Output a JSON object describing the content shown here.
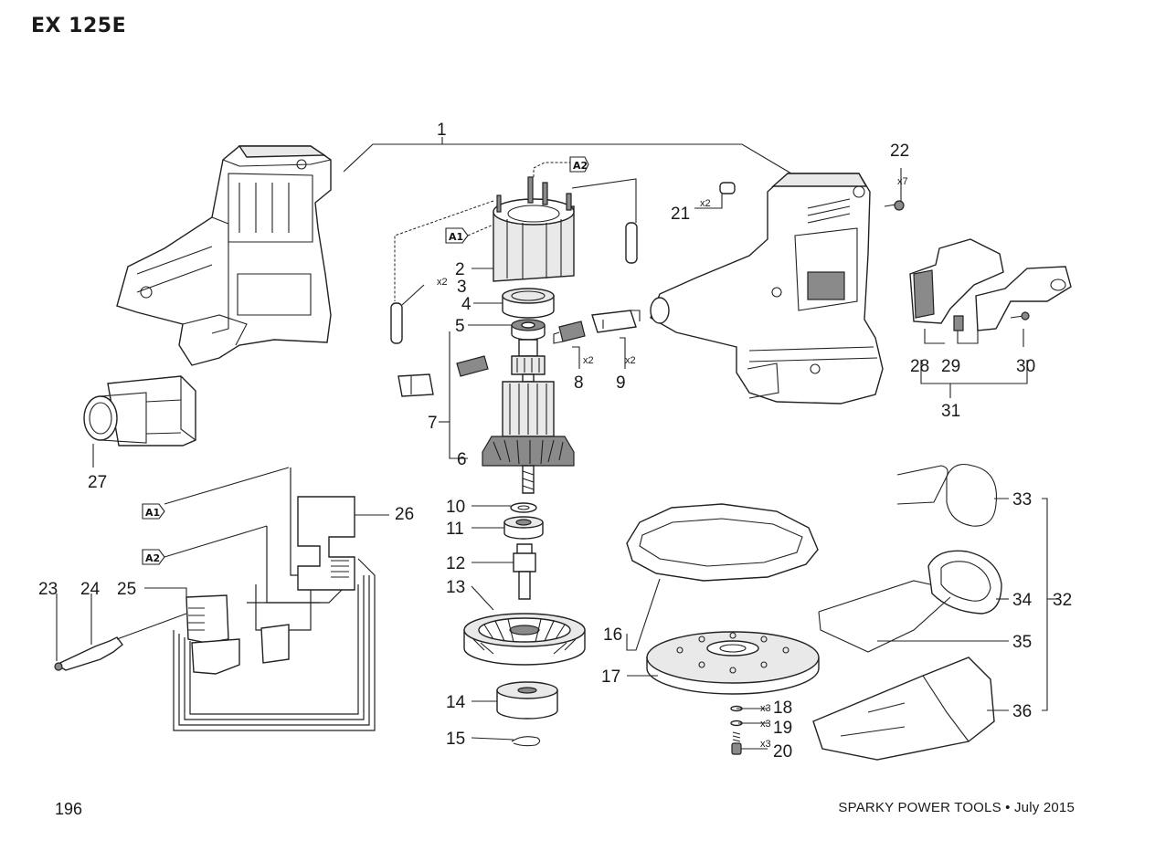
{
  "header": {
    "title": "EX 125E"
  },
  "footer": {
    "page_number": "196",
    "publisher": "SPARKY POWER TOOLS • July 2015"
  },
  "connector_tags": {
    "a1": "A1",
    "a2": "A2"
  },
  "callouts": {
    "n1": "1",
    "n2": "2",
    "n3": "3",
    "n4": "4",
    "n5": "5",
    "n6": "6",
    "n7": "7",
    "n8": "8",
    "n9": "9",
    "n10": "10",
    "n11": "11",
    "n12": "12",
    "n13": "13",
    "n14": "14",
    "n15": "15",
    "n16": "16",
    "n17": "17",
    "n18": "18",
    "n19": "19",
    "n20": "20",
    "n21": "21",
    "n22": "22",
    "n23": "23",
    "n24": "24",
    "n25": "25",
    "n26": "26",
    "n27": "27",
    "n28": "28",
    "n29": "29",
    "n30": "30",
    "n31": "31",
    "n32": "32",
    "n33": "33",
    "n34": "34",
    "n35": "35",
    "n36": "36"
  },
  "quantities": {
    "q3": "x2",
    "q8": "x2",
    "q9": "x2",
    "q18": "x3",
    "q19": "x3",
    "q20": "x3",
    "q21": "x2",
    "q22": "x7"
  }
}
